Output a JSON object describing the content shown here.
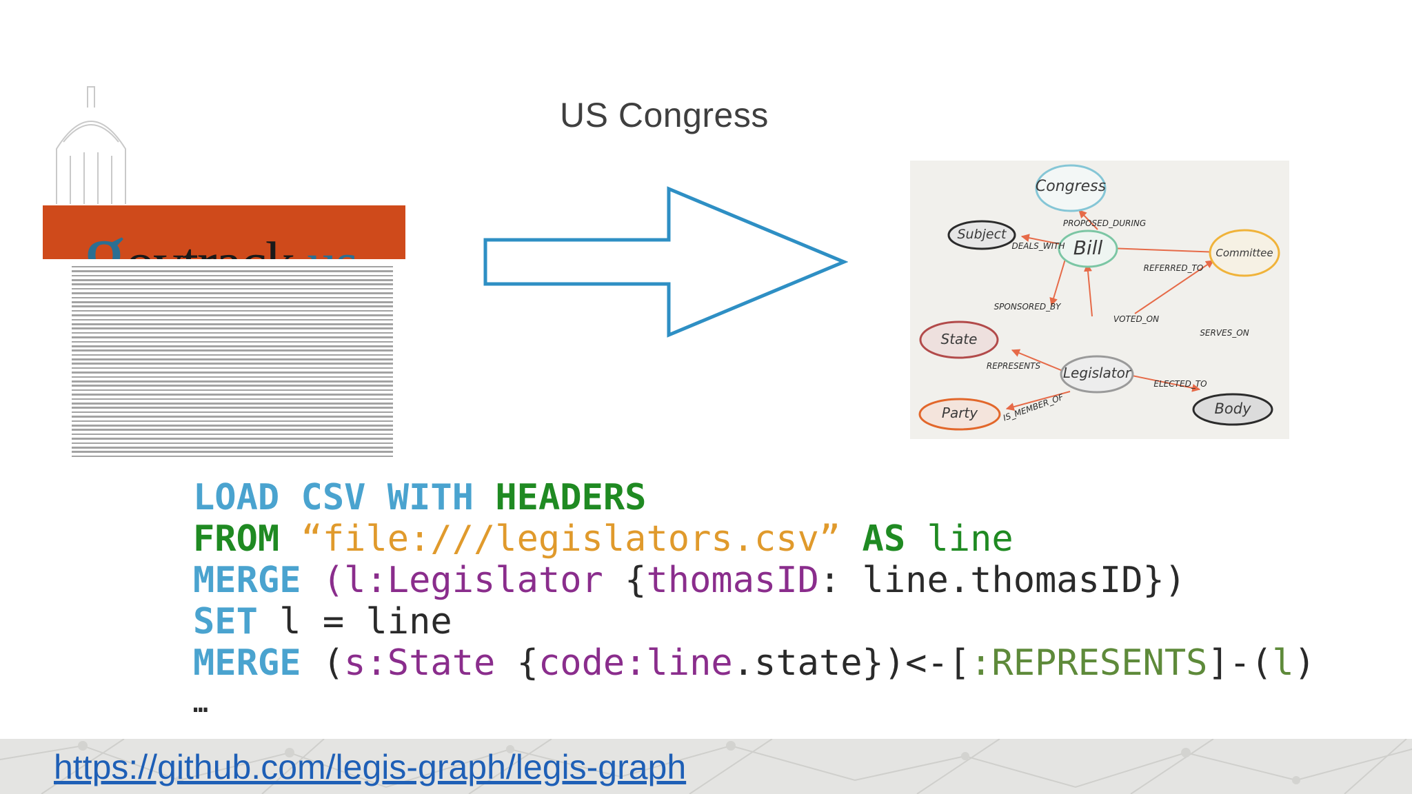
{
  "slide": {
    "title": "US Congress",
    "logo": {
      "g": "g",
      "ovtrack": "ovtrack",
      "dot": ".",
      "us": "us"
    },
    "graph": {
      "nodes": [
        "Congress",
        "Subject",
        "Bill",
        "Committee",
        "State",
        "Legislator",
        "Party",
        "Body"
      ],
      "edges": [
        "PROPOSED_DURING",
        "DEALS_WITH",
        "REFERRED_TO",
        "SPONSORED_BY",
        "VOTED_ON",
        "SERVES_ON",
        "REPRESENTS",
        "ELECTED_TO",
        "IS_MEMBER_OF"
      ]
    },
    "code": {
      "line1": [
        "LOAD",
        "CSV",
        "WITH",
        "HEADERS"
      ],
      "line2": [
        "FROM",
        "“file:///legislators.csv”",
        "AS",
        "line"
      ],
      "line3": [
        "MERGE",
        "(l:",
        "Legislator",
        "{",
        "thomasID",
        ": line.thomasID})"
      ],
      "line4": [
        "SET",
        " l = line"
      ],
      "line5": [
        "MERGE",
        "(",
        "s:State",
        "{",
        "code:line",
        ".state})<-[",
        ":REPRESENTS",
        "]-(",
        "l",
        ")"
      ],
      "line6": "…"
    },
    "link": "https://github.com/legis-graph/legis-graph",
    "colors": {
      "keyword_blue": "#4aa3cf",
      "keyword_green": "#1f8a22",
      "string_orange": "#e09a2c",
      "purple": "#8a2d8c",
      "arrow_blue": "#2e8fc4",
      "logo_bar": "#cf4a1b",
      "link_blue": "#1e5fb6"
    }
  }
}
